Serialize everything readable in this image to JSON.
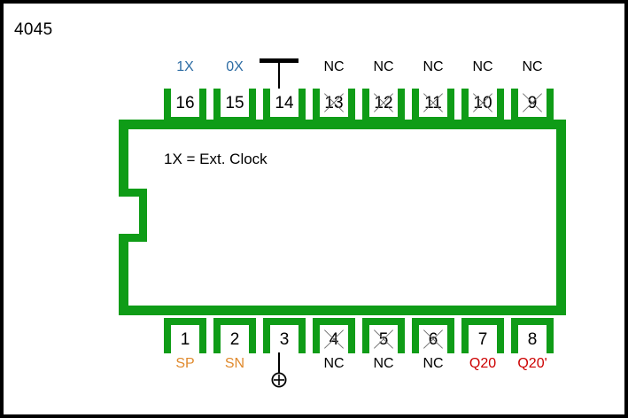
{
  "title": "4045",
  "colors": {
    "chip_green": "#0f9c17",
    "clock_label": "#2e6da4",
    "supply_label": "#e08a2e",
    "output_label": "#cc0000",
    "nc_label": "#000000",
    "border": "#000000",
    "background": "#ffffff"
  },
  "chip": {
    "note": "1X = Ext. Clock",
    "notch": "package-orientation-notch",
    "package_type": "dip-16"
  },
  "pins": {
    "top": [
      {
        "number": "16",
        "label": "1X",
        "label_kind": "clock",
        "nc": false
      },
      {
        "number": "15",
        "label": "0X",
        "label_kind": "clock",
        "nc": false
      },
      {
        "number": "14",
        "label": "",
        "label_kind": "blank",
        "nc": false,
        "symbol": "supply-bar-icon"
      },
      {
        "number": "13",
        "label": "NC",
        "label_kind": "nc",
        "nc": true
      },
      {
        "number": "12",
        "label": "NC",
        "label_kind": "nc",
        "nc": true
      },
      {
        "number": "11",
        "label": "NC",
        "label_kind": "nc",
        "nc": true
      },
      {
        "number": "10",
        "label": "NC",
        "label_kind": "nc",
        "nc": true
      },
      {
        "number": "9",
        "label": "NC",
        "label_kind": "nc",
        "nc": true
      }
    ],
    "bottom": [
      {
        "number": "1",
        "label": "SP",
        "label_kind": "supply",
        "nc": false
      },
      {
        "number": "2",
        "label": "SN",
        "label_kind": "supply",
        "nc": false
      },
      {
        "number": "3",
        "label": "",
        "label_kind": "blank",
        "nc": false,
        "symbol": "ground-circle-icon"
      },
      {
        "number": "4",
        "label": "NC",
        "label_kind": "nc",
        "nc": true
      },
      {
        "number": "5",
        "label": "NC",
        "label_kind": "nc",
        "nc": true
      },
      {
        "number": "6",
        "label": "NC",
        "label_kind": "nc",
        "nc": true
      },
      {
        "number": "7",
        "label": "Q20",
        "label_kind": "out",
        "nc": false
      },
      {
        "number": "8",
        "label": "Q20'",
        "label_kind": "out",
        "nc": false
      }
    ]
  }
}
